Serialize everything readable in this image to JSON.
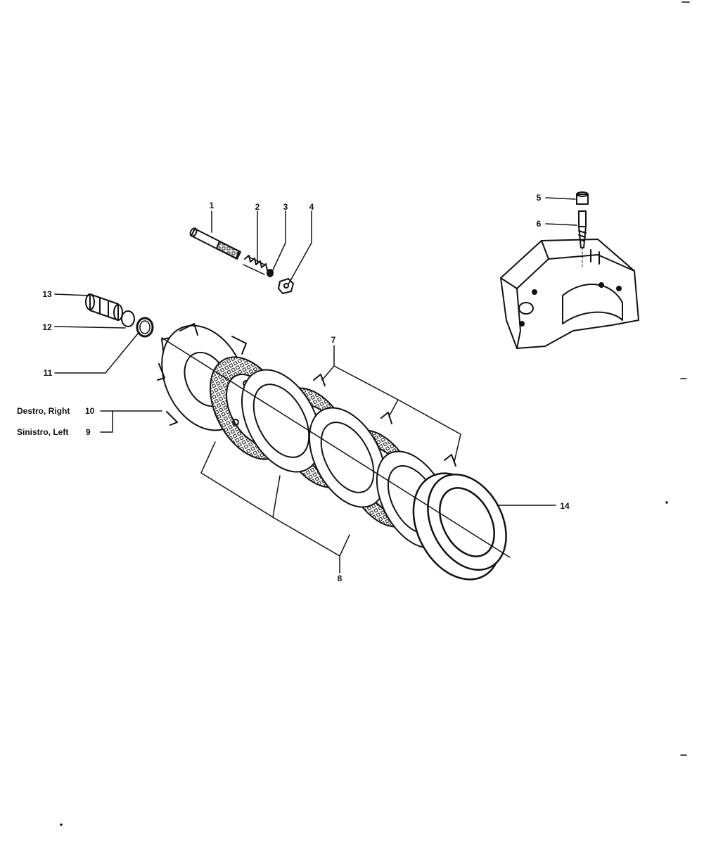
{
  "diagram": {
    "callouts": [
      {
        "id": "1",
        "label": "1"
      },
      {
        "id": "2",
        "label": "2"
      },
      {
        "id": "3",
        "label": "3"
      },
      {
        "id": "4",
        "label": "4"
      },
      {
        "id": "5",
        "label": "5"
      },
      {
        "id": "6",
        "label": "6"
      },
      {
        "id": "7",
        "label": "7"
      },
      {
        "id": "8",
        "label": "8"
      },
      {
        "id": "11",
        "label": "11"
      },
      {
        "id": "12",
        "label": "12"
      },
      {
        "id": "13",
        "label": "13"
      },
      {
        "id": "14",
        "label": "14"
      }
    ],
    "variant_callouts": [
      {
        "text": "Destro, Right",
        "number": "10"
      },
      {
        "text": "Sinistro, Left",
        "number": "9"
      }
    ]
  }
}
